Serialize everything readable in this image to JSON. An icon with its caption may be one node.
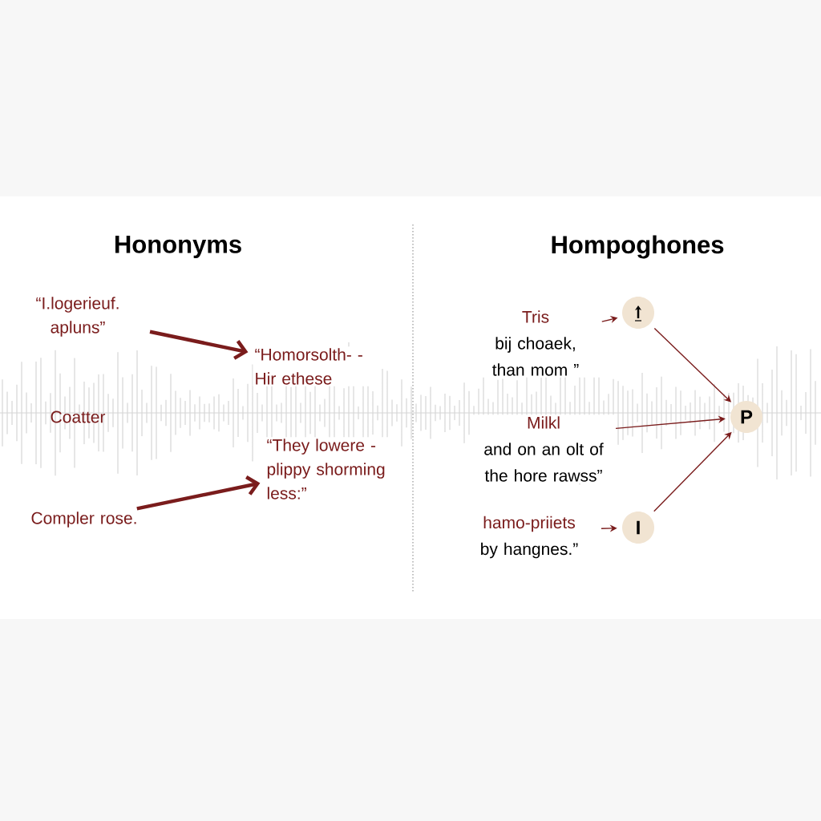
{
  "diagram": {
    "nodes": [
      {
        "text": [
          "“I.logerieuf. apluns”"
        ]
      },
      {
        "text": [
          "“Homorsolth- -Hir ethese"
        ]
      },
      {
        "text": [
          "Compler rose."
        ]
      },
      {
        "text": [
          "“They lowere - plippy shorming less:”"
        ]
      },
      {
        "text": [
          "Tris",
          "bij choaek, than mom ”"
        ]
      },
      {
        "text": [],
        "shape": "circle"
      },
      {
        "text": [
          "Milkl",
          "and on an olt of the hore rawss”"
        ]
      },
      {
        "text": [
          "P"
        ]
      },
      {
        "text": [
          "hamo-priiets",
          "by hangnes.”"
        ]
      },
      {
        "text": [
          "I"
        ]
      }
    ],
    "edges": [
      {
        "from": 0,
        "to": 1,
        "arrow": "to",
        "style": "thick"
      },
      {
        "from": 2,
        "to": 3,
        "arrow": "to",
        "style": "thick"
      },
      {
        "from": 4,
        "to": 5,
        "arrow": "to"
      },
      {
        "from": 5,
        "to": 7,
        "arrow": "to"
      },
      {
        "from": 6,
        "to": 7,
        "arrow": "to"
      },
      {
        "from": 8,
        "to": 9,
        "arrow": "to"
      },
      {
        "from": 9,
        "to": 7,
        "arrow": "to"
      }
    ],
    "labels": [
      "Hononyms",
      "Hompoghones",
      "Coatter"
    ]
  }
}
